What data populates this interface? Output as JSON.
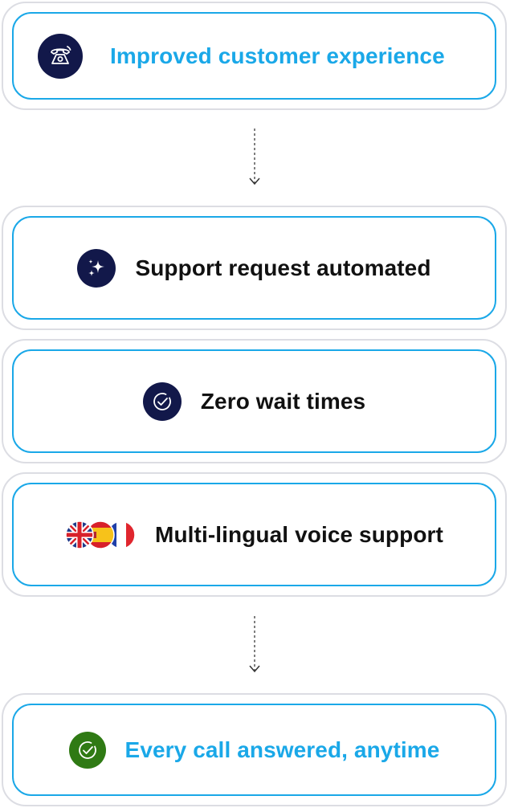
{
  "steps": [
    {
      "label": "Improved customer experience",
      "icon": "telephone-icon",
      "accent": "#1aa8e8"
    },
    {
      "label": "Support request automated",
      "icon": "sparkles-icon"
    },
    {
      "label": "Zero wait times",
      "icon": "check-circle-icon"
    },
    {
      "label": "Multi-lingual voice support",
      "icon": "flags-icon",
      "flags": [
        "uk-flag",
        "spain-flag",
        "france-flag"
      ]
    },
    {
      "label": "Every call answered, anytime",
      "icon": "check-circle-icon",
      "accent": "#1aa8e8"
    }
  ],
  "colors": {
    "accent": "#1aa8e8",
    "icon_bg": "#12184a",
    "success": "#2f7a14",
    "outer_border": "#dcdde3",
    "text": "#111111"
  }
}
